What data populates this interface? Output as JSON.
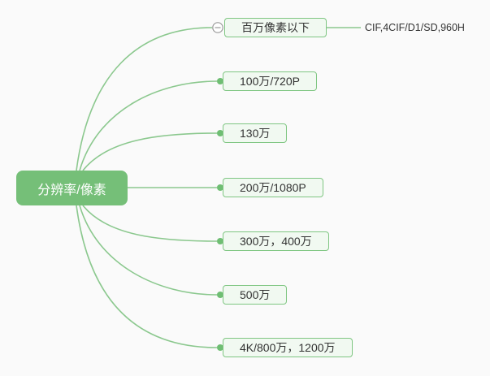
{
  "colors": {
    "canvas_bg": "#FAFAFA",
    "root_fill": "#75BF78",
    "root_text": "#FFFFFF",
    "branch_line": "#8BC88E",
    "child_border": "#7FC682",
    "child_fill": "#F1F9F1",
    "connector_dot": "#6FBE73",
    "collapse_icon_gray": "#999999",
    "text_dark": "#333333"
  },
  "icons": {
    "collapse": "minus-circle-icon",
    "connector": "dot-icon"
  },
  "mindmap": {
    "root": {
      "label": "分辨率/像素"
    },
    "children": [
      {
        "label": "百万像素以下",
        "note": "CIF,4CIF/D1/SD,960H",
        "collapsed_control": "minus"
      },
      {
        "label": "100万/720P"
      },
      {
        "label": "130万"
      },
      {
        "label": "200万/1080P"
      },
      {
        "label": "300万，400万"
      },
      {
        "label": "500万"
      },
      {
        "label": "4K/800万，1200万"
      }
    ]
  }
}
